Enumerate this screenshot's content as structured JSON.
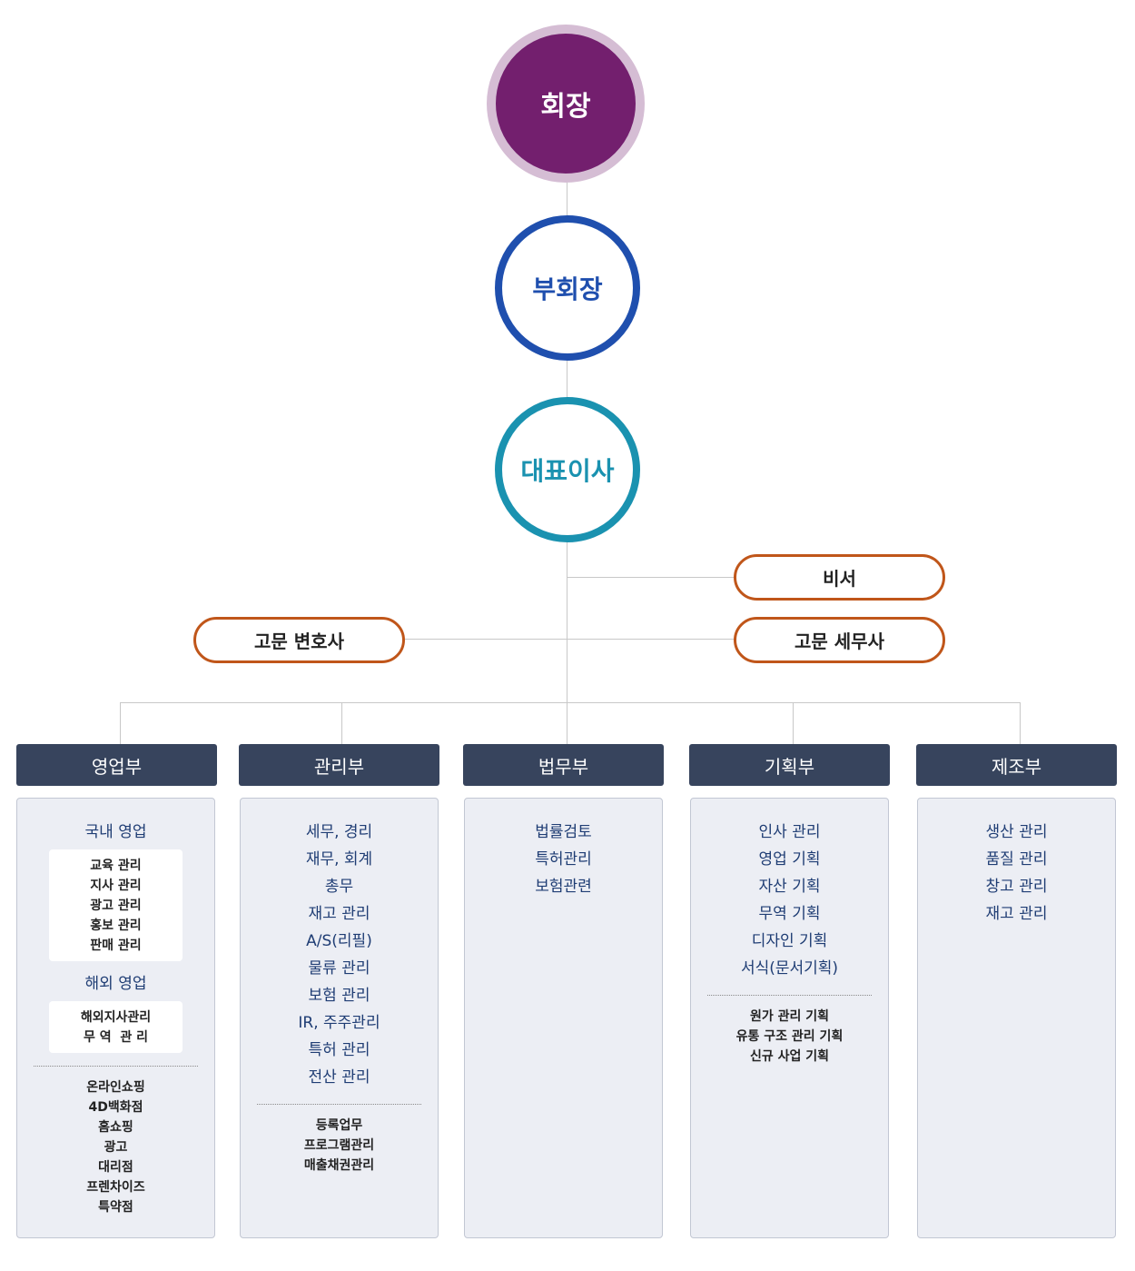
{
  "top": {
    "chairman": "회장",
    "vice_chairman": "부회장",
    "ceo": "대표이사"
  },
  "staff": {
    "secretary": "비서",
    "legal_advisor": "고문 변호사",
    "tax_advisor": "고문 세무사"
  },
  "departments": [
    {
      "name": "영업부",
      "groups": [
        {
          "title": "국내 영업",
          "items": [
            "교육 관리",
            "지사 관리",
            "광고 관리",
            "홍보 관리",
            "판매 관리"
          ]
        },
        {
          "title": "해외 영업",
          "items": [
            "해외지사관리",
            "무 역  관 리"
          ]
        }
      ],
      "extra": [
        "온라인쇼핑",
        "4D백화점",
        "홈쇼핑",
        "광고",
        "대리점",
        "프렌차이즈",
        "특약점"
      ]
    },
    {
      "name": "관리부",
      "items": [
        "세무, 경리",
        "재무, 회계",
        "총무",
        "재고 관리",
        "A/S(리필)",
        "물류 관리",
        "보험 관리",
        "IR, 주주관리",
        "특허 관리",
        "전산 관리"
      ],
      "extra": [
        "등록업무",
        "프로그램관리",
        "매출채권관리"
      ]
    },
    {
      "name": "법무부",
      "items": [
        "법률검토",
        "특허관리",
        "보험관련"
      ],
      "extra": []
    },
    {
      "name": "기획부",
      "items": [
        "인사 관리",
        "영업 기획",
        "자산 기획",
        "무역 기획",
        "디자인 기획",
        "서식(문서기획)"
      ],
      "extra": [
        "원가 관리 기획",
        "유통 구조 관리 기획",
        "신규 사업 기획"
      ]
    },
    {
      "name": "제조부",
      "items": [
        "생산 관리",
        "품질 관리",
        "창고 관리",
        "재고 관리"
      ],
      "extra": []
    }
  ],
  "colors": {
    "chairman_fill": "#731f6e",
    "chairman_ring": "#d5bdd4",
    "vice_ring": "#1f4fae",
    "ceo_ring": "#1a92b0",
    "pill_border": "#c0561a",
    "dept_header": "#37445d",
    "dept_box": "#eceef4",
    "item_text": "#1f3d74"
  }
}
